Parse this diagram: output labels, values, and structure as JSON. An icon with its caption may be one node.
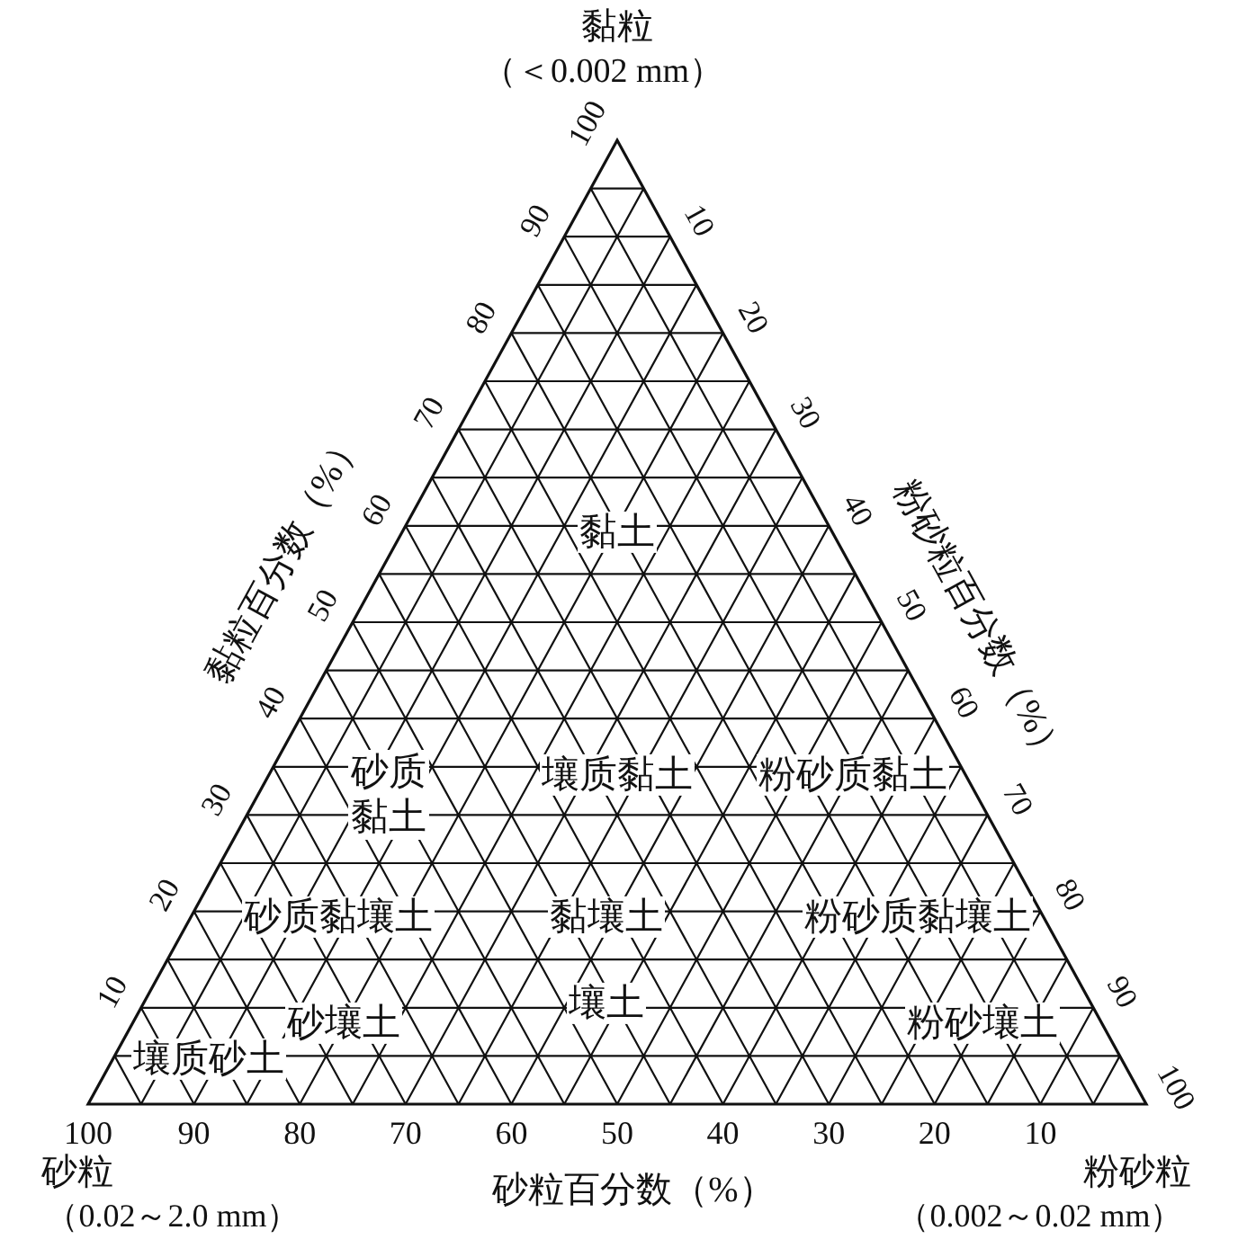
{
  "diagram": {
    "labels": [
      "黏粒",
      "（＜0.002 mm）",
      "100",
      "90",
      "80",
      "70",
      "60",
      "50",
      "40",
      "30",
      "20",
      "10",
      "黏粒百分数（%）",
      "10",
      "20",
      "30",
      "40",
      "50",
      "60",
      "70",
      "80",
      "90",
      "100",
      "粉砂粒百分数（%）",
      "黏土",
      "砂质黏土",
      "壤质黏土",
      "粉砂质黏土",
      "砂质黏壤土",
      "黏壤土",
      "粉砂质黏壤土",
      "砂壤土",
      "壤土",
      "粉砂壤土",
      "壤质砂土",
      "100",
      "90",
      "80",
      "70",
      "60",
      "50",
      "40",
      "30",
      "20",
      "10",
      "砂粒",
      "（0.02～2.0 mm）",
      "砂粒百分数（%）",
      "粉砂粒",
      "（0.002～0.02 mm）"
    ]
  }
}
